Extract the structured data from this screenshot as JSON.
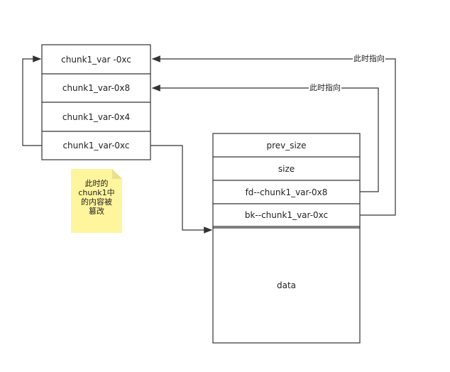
{
  "left_stack": [
    "chunk1_var -0xc",
    "chunk1_var-0x8",
    "chunk1_var-0x4",
    "chunk1_var-0xc"
  ],
  "right_chunk": {
    "rows": [
      "prev_size",
      "size",
      "fd--chunk1_var-0x8",
      "bk--chunk1_var-0xc"
    ],
    "data": "data"
  },
  "arrow_labels": {
    "top": "此时指向",
    "second": "此时指向"
  },
  "note": {
    "lines": [
      "此时的",
      "chunk1中",
      "的内容被",
      "篡改"
    ]
  },
  "colors": {
    "note_fill": "#fff59d",
    "note_fold": "#e8e08a",
    "line": "#333333"
  }
}
